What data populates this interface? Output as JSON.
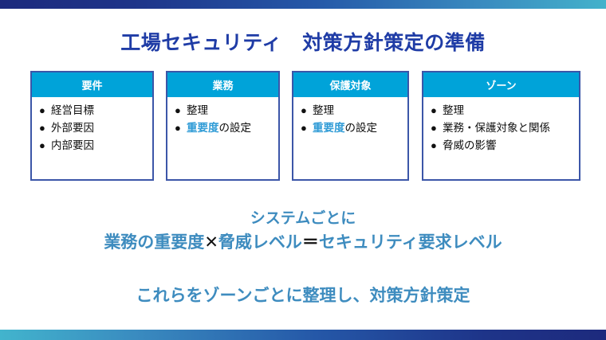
{
  "slide": {
    "title": "工場セキュリティ　対策方針策定の準備",
    "accent_colors": {
      "title": "#1f3ca6",
      "card_header_bg": "#00a3d9",
      "card_border": "#3c56a8",
      "highlight_text": "#2f9bd6",
      "conclusion_text": "#3e8cbf",
      "bar_gradient_start": "#1d2a7d",
      "bar_gradient_end": "#43b2cb"
    }
  },
  "cards": [
    {
      "header": "要件",
      "items": [
        {
          "prefix": "経営目標",
          "highlight": "",
          "suffix": ""
        },
        {
          "prefix": "外部要因",
          "highlight": "",
          "suffix": ""
        },
        {
          "prefix": "内部要因",
          "highlight": "",
          "suffix": ""
        }
      ]
    },
    {
      "header": "業務",
      "items": [
        {
          "prefix": "整理",
          "highlight": "",
          "suffix": ""
        },
        {
          "prefix": "",
          "highlight": "重要度",
          "suffix": "の設定"
        }
      ]
    },
    {
      "header": "保護対象",
      "items": [
        {
          "prefix": "整理",
          "highlight": "",
          "suffix": ""
        },
        {
          "prefix": "",
          "highlight": "重要度",
          "suffix": "の設定"
        }
      ]
    },
    {
      "header": "ゾーン",
      "items": [
        {
          "prefix": "整理",
          "highlight": "",
          "suffix": ""
        },
        {
          "prefix": "業務・保護対象と関係",
          "highlight": "",
          "suffix": ""
        },
        {
          "prefix": "脅威の影響",
          "highlight": "",
          "suffix": ""
        }
      ]
    }
  ],
  "conclusion": {
    "line1": "システムごとに",
    "line2_part1": "業務の重要度",
    "line2_operator1": "✕",
    "line2_part2": "脅威レベル",
    "line2_operator2": "＝",
    "line2_part3": "セキュリティ要求レベル",
    "line3": "これらをゾーンごとに整理し、対策方針策定"
  },
  "bullet_glyph": "●"
}
